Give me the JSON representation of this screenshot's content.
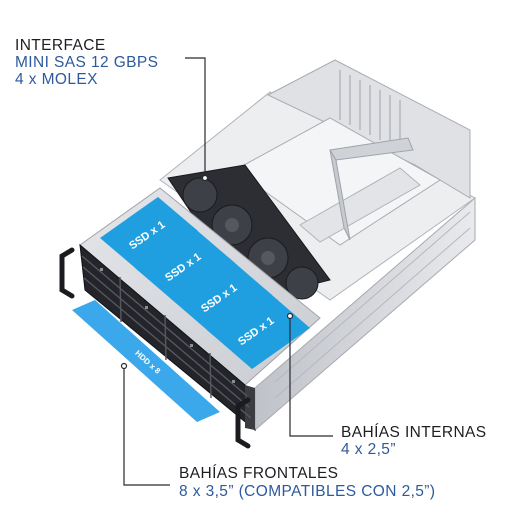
{
  "callouts": {
    "interface": {
      "title": "INTERFACE",
      "lines": [
        "MINI SAS 12 GBPS",
        "4 x MOLEX"
      ]
    },
    "internal_bays": {
      "title": "BAHÍAS INTERNAS",
      "subtitle": "4 x 2,5”"
    },
    "front_bays": {
      "title": "BAHÍAS FRONTALES",
      "subtitle": "8 x 3,5” (COMPATIBLES CON 2,5”)"
    }
  },
  "diagram": {
    "ssd_labels": [
      "SSD x 1",
      "SSD x 1",
      "SSD x 1",
      "SSD x 1"
    ],
    "hdd_label": "HDD x 8"
  },
  "colors": {
    "title_text": "#1e1e24",
    "accent_text": "#2d5a9c",
    "ssd_box": "#1f9fe0",
    "hdd_strip": "#3aa8ea",
    "chassis": "#d4d6da"
  }
}
